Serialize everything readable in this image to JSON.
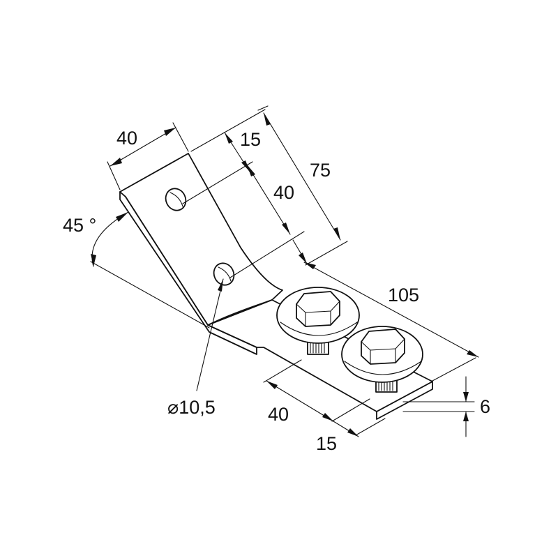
{
  "colors": {
    "line": "#111111",
    "background": "#ffffff"
  },
  "dimensions": {
    "bracket_width": "40",
    "edge_to_hole": "15",
    "hole_spacing": "40",
    "upper_leg_length": "75",
    "angle": "45 °",
    "hole_diameter": "⌀10,5",
    "lower_length": "105",
    "bottom_spacing": "40",
    "bottom_edge": "15",
    "thickness": "6"
  }
}
